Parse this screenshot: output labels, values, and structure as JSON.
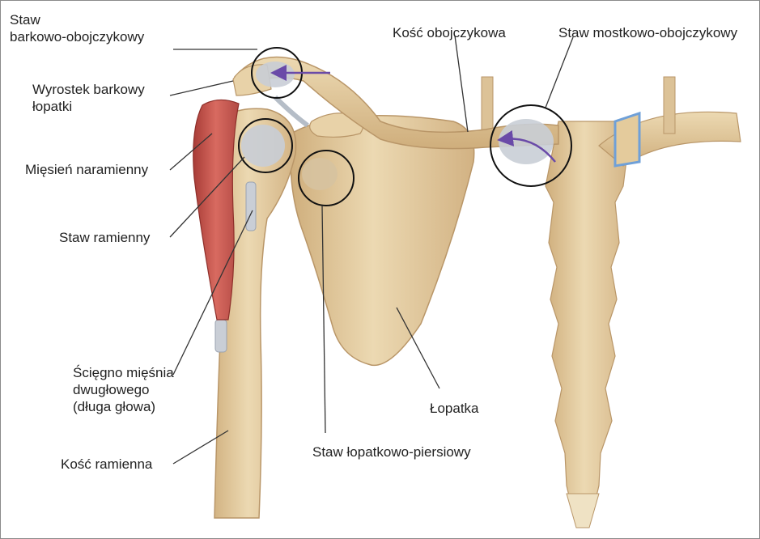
{
  "labels": {
    "ac_joint_1": "Staw",
    "ac_joint_2": "barkowo-obojczykowy",
    "acromion_1": "Wyrostek barkowy",
    "acromion_2": "łopatki",
    "deltoid": "Mięsień naramienny",
    "gh_joint": "Staw ramienny",
    "biceps_1": "Ścięgno mięśnia",
    "biceps_2": "dwugłowego",
    "biceps_3": "(długa głowa)",
    "humerus": "Kość ramienna",
    "clavicle": "Kość obojczykowa",
    "sc_joint": "Staw mostkowo-obojczykowy",
    "scapula": "Łopatka",
    "st_joint": "Staw łopatkowo-piersiowy"
  },
  "colors": {
    "bone": "#e6cfa2",
    "bone_shadow": "#c9a877",
    "muscle": "#c8554e",
    "ligament": "#c9ced6",
    "cartilage": "#6fa0d8",
    "arrow": "#6a4aa8",
    "line": "#333333"
  }
}
